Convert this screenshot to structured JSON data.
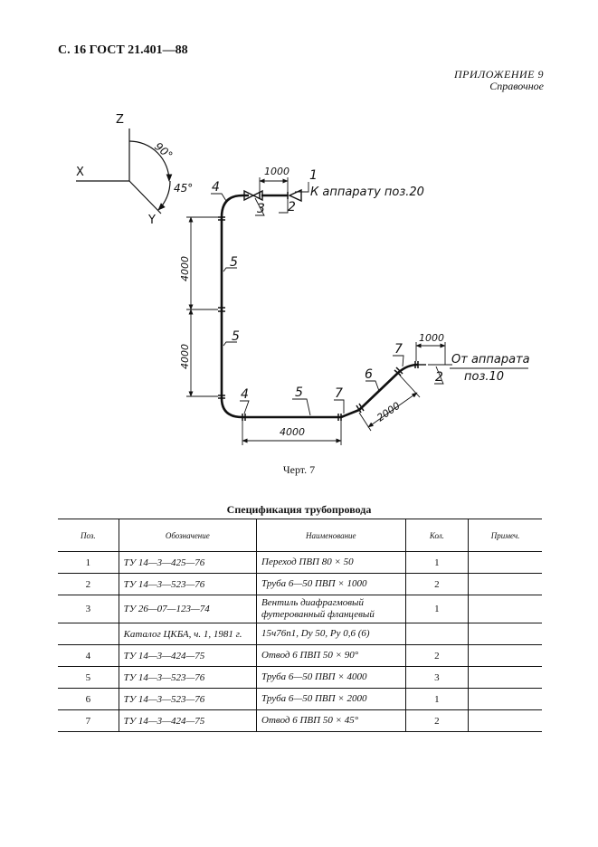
{
  "header": {
    "page_ref": "С. 16 ГОСТ 21.401—88",
    "appendix": "ПРИЛОЖЕНИЕ 9",
    "appendix_kind": "Справочное"
  },
  "drawing": {
    "axes": {
      "z": "Z",
      "x": "X",
      "y": "Y",
      "angle_zx": "90°",
      "angle_y": "45°"
    },
    "dims": {
      "top_flange": "1000",
      "vert_upper": "4000",
      "vert_lower": "4000",
      "horizontal": "4000",
      "diagonal": "2000",
      "right_flange": "1000"
    },
    "labels": {
      "p1_top": "1",
      "p2_top": "2",
      "p3_top": "3",
      "p4_top": "4",
      "p5_upper": "5",
      "p5_lower": "5",
      "p4_bottom": "4",
      "p5_bottom": "5",
      "p7_bottom": "7",
      "p6": "6",
      "p7_right": "7",
      "p2_right": "2"
    },
    "text_to": "К аппарату поз.20",
    "text_from_1": "От аппарата",
    "text_from_2": "поз.10"
  },
  "caption": "Черт. 7",
  "spec": {
    "title": "Спецификация трубопровода",
    "headers": [
      "Поз.",
      "Обозначение",
      "Наименование",
      "Кол.",
      "Примеч."
    ],
    "rows": [
      {
        "pos": "1",
        "doc": "ТУ 14—3—425—76",
        "name": "Переход ПВП 80 × 50",
        "qty": "1",
        "note": ""
      },
      {
        "pos": "2",
        "doc": "ТУ 14—3—523—76",
        "name": "Труба 6—50 ПВП × 1000",
        "qty": "2",
        "note": ""
      },
      {
        "pos": "3",
        "doc": "ТУ 26—07—123—74",
        "name": "Вентиль диафрагмовый футерованный фланцевый",
        "qty": "1",
        "note": ""
      },
      {
        "pos": "",
        "doc": "Каталог ЦКБА, ч. 1, 1981 г.",
        "name": "15ч76п1, Dу 50, Pу 0,6 (6)",
        "qty": "",
        "note": ""
      },
      {
        "pos": "4",
        "doc": "ТУ 14—3—424—75",
        "name": "Отвод 6 ПВП 50 × 90°",
        "qty": "2",
        "note": ""
      },
      {
        "pos": "5",
        "doc": "ТУ 14—3—523—76",
        "name": "Труба 6—50 ПВП × 4000",
        "qty": "3",
        "note": ""
      },
      {
        "pos": "6",
        "doc": "ТУ 14—3—523—76",
        "name": "Труба 6—50 ПВП × 2000",
        "qty": "1",
        "note": ""
      },
      {
        "pos": "7",
        "doc": "ТУ 14—3—424—75",
        "name": "Отвод 6 ПВП 50 × 45°",
        "qty": "2",
        "note": ""
      }
    ]
  }
}
